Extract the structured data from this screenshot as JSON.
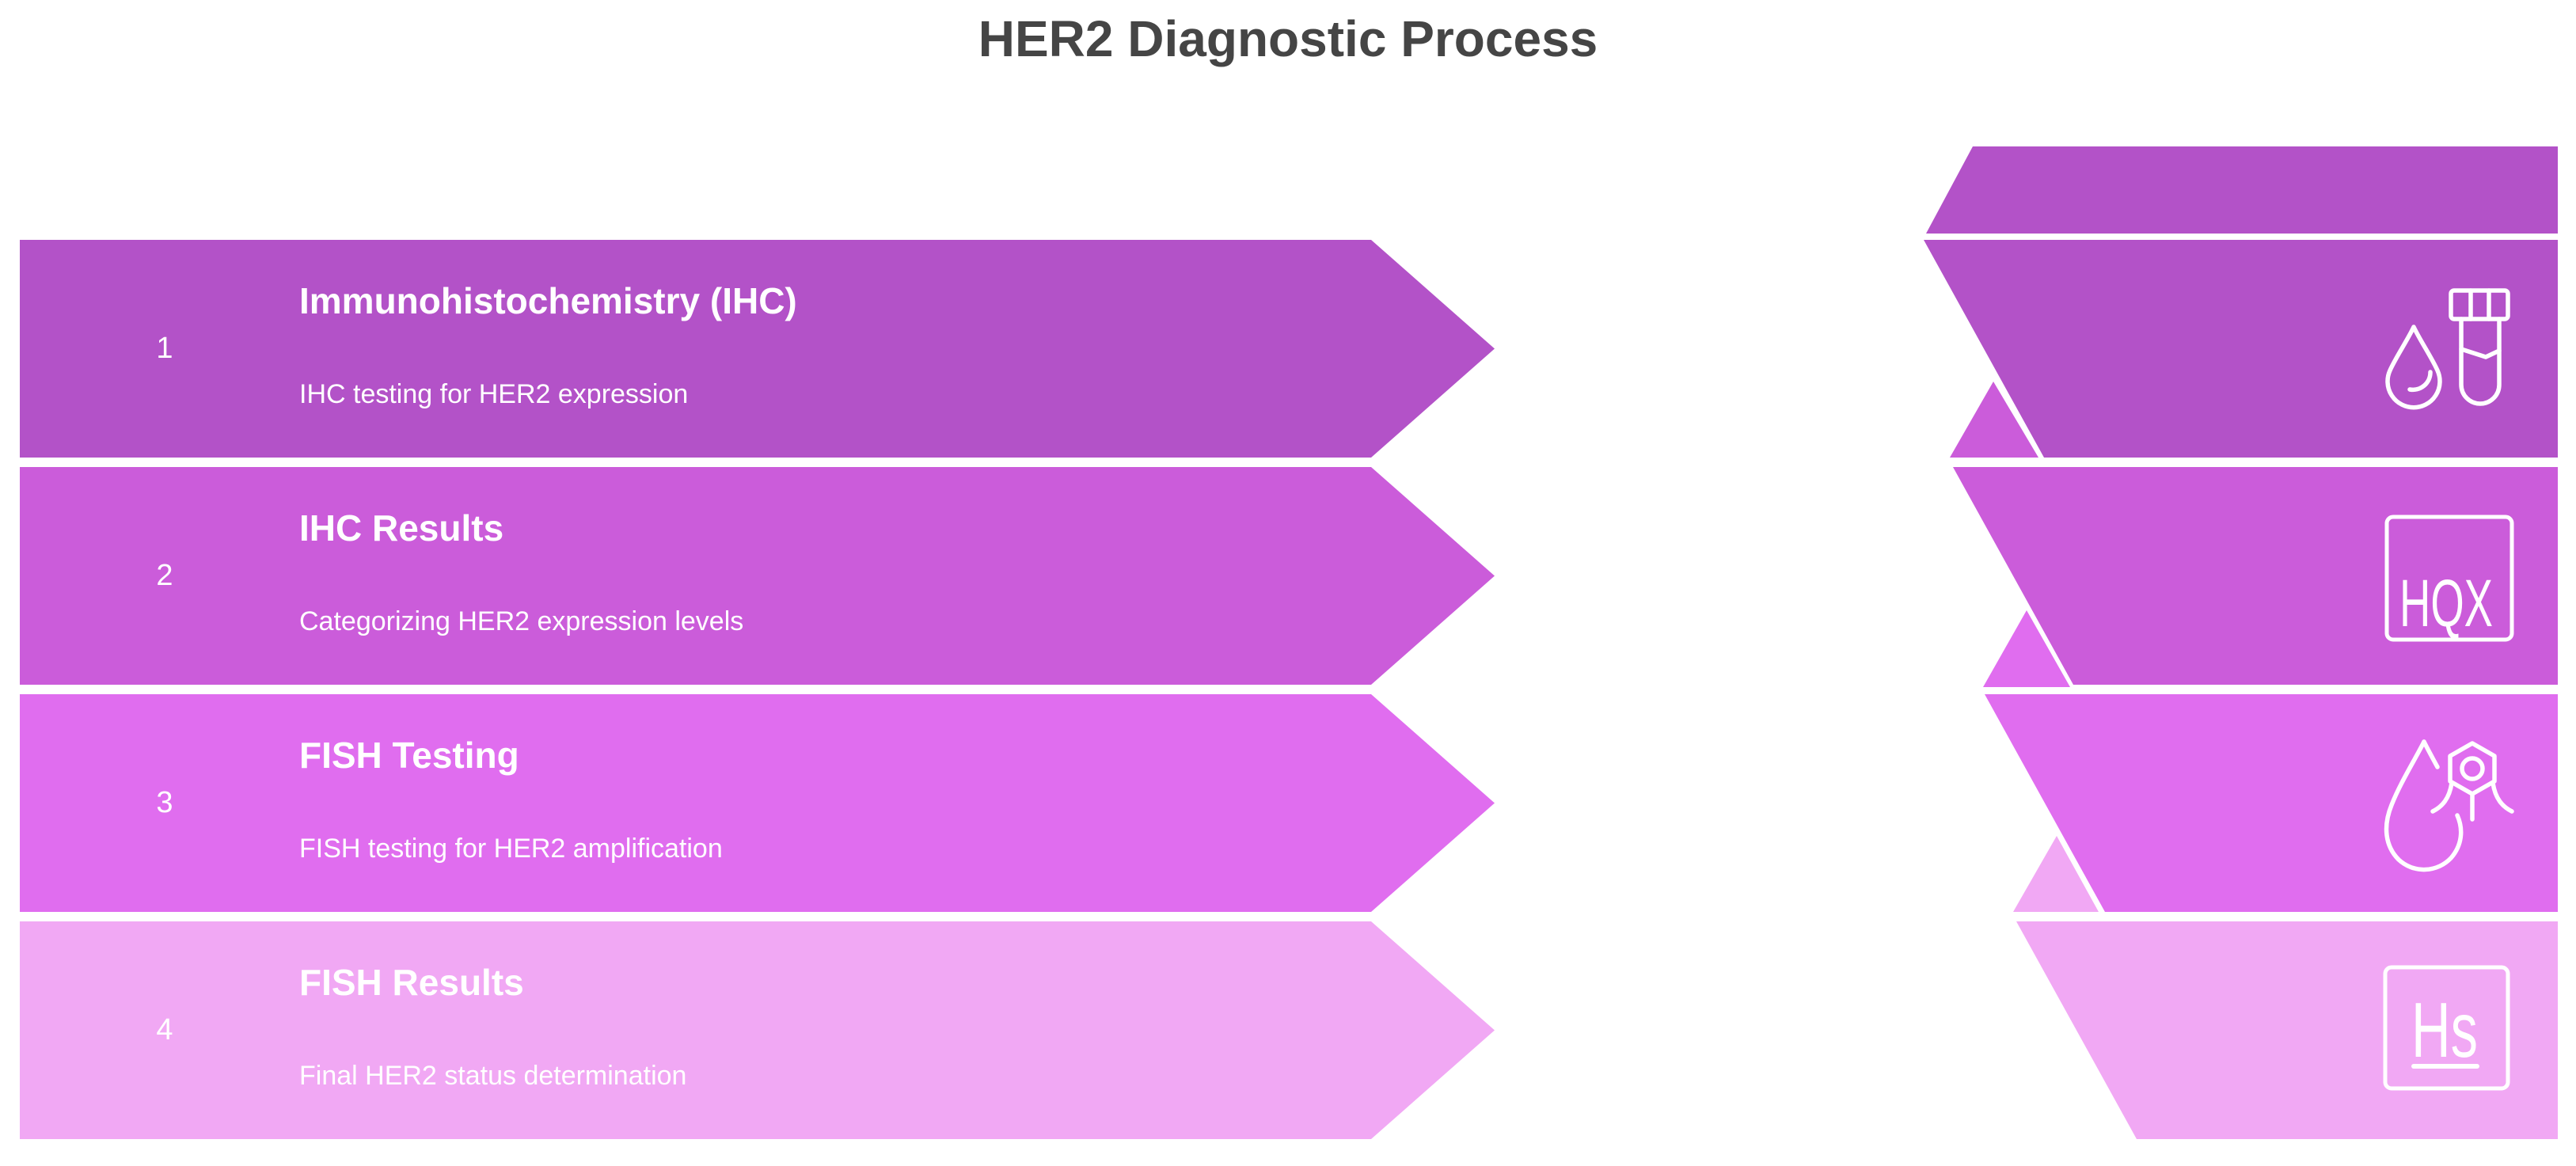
{
  "page": {
    "title": "HER2 Diagnostic Process",
    "title_color": "#454545",
    "background_color": "#ffffff",
    "text_color": "#ffffff"
  },
  "steps": [
    {
      "number": "1",
      "title": "Immunohistochemistry (IHC)",
      "subtitle": "IHC testing for HER2 expression",
      "color": "#b352c8",
      "icon": "blood-drop-and-test-tube"
    },
    {
      "number": "2",
      "title": "IHC Results",
      "subtitle": "Categorizing HER2 expression levels",
      "color": "#cb5cda",
      "icon": "hqx-badge"
    },
    {
      "number": "3",
      "title": "FISH Testing",
      "subtitle": "FISH testing for HER2 amplification",
      "color": "#e06def",
      "icon": "drop-with-fish-probe"
    },
    {
      "number": "4",
      "title": "FISH Results",
      "subtitle": "Final HER2 status determination",
      "color": "#f1a8f4",
      "icon": "hs-element-badge"
    }
  ],
  "icon_labels": {
    "hqx": "HQX",
    "hs": "Hs"
  }
}
